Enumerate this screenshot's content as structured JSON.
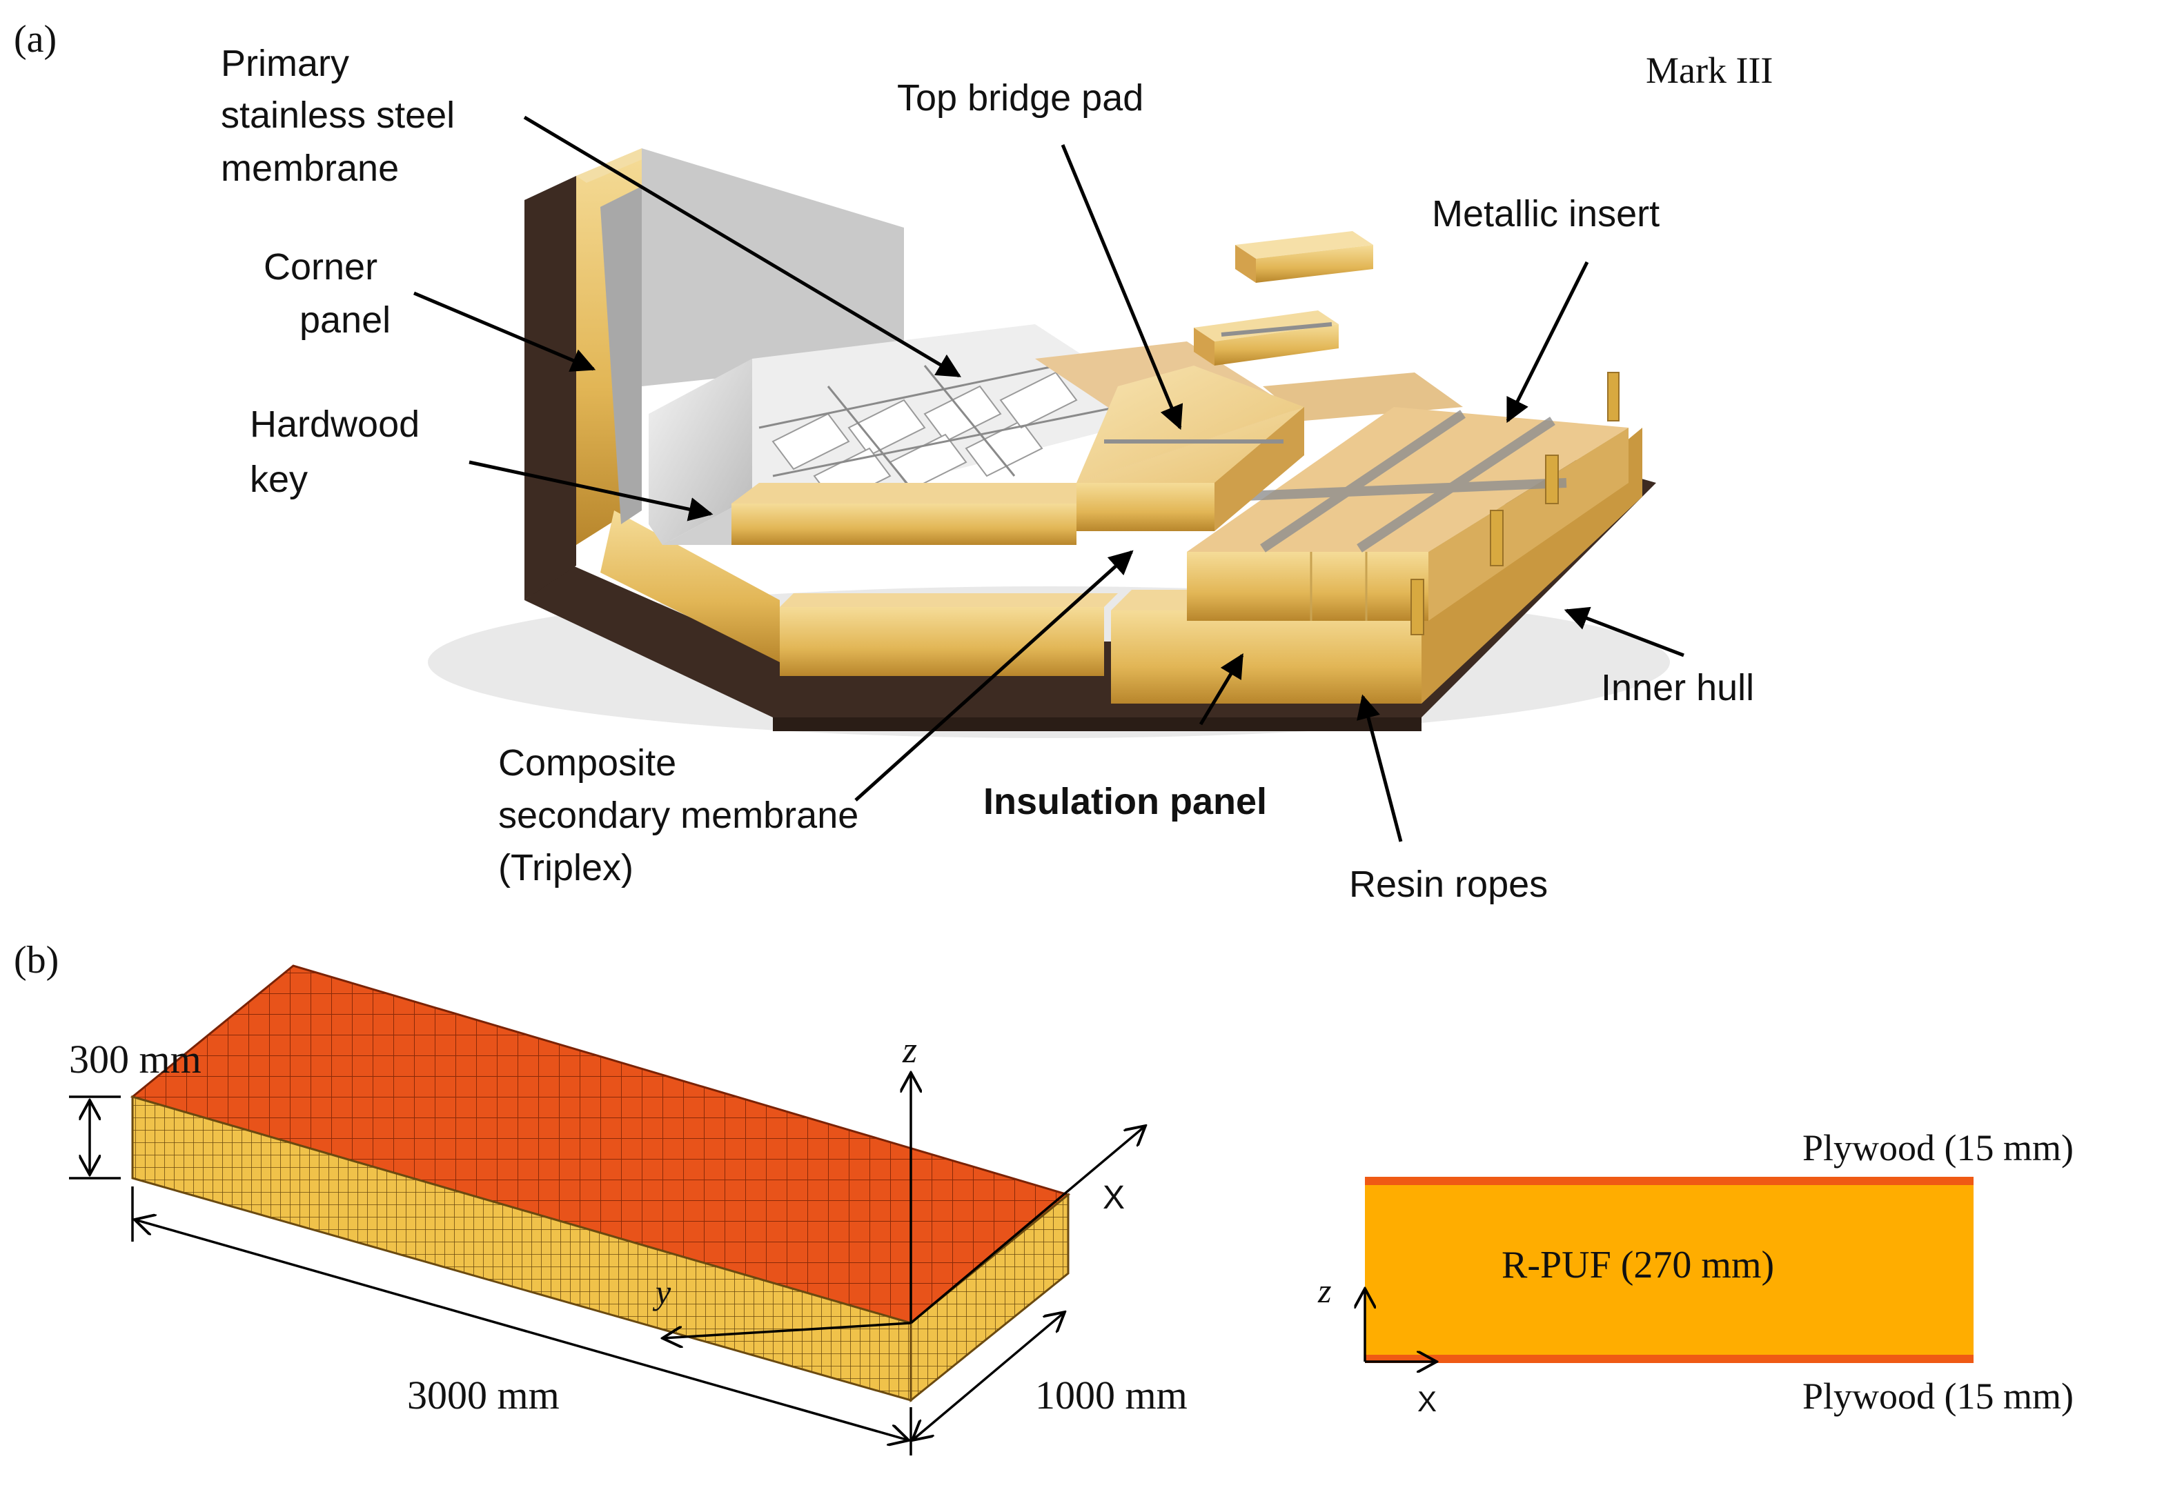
{
  "panel_a": {
    "tag": "(a)",
    "system_name": "Mark III",
    "labels": {
      "primary_membrane": [
        "Primary",
        "stainless steel",
        "membrane"
      ],
      "corner_panel": [
        "Corner",
        "panel"
      ],
      "hardwood_key": [
        "Hardwood",
        "key"
      ],
      "top_bridge_pad": "Top bridge pad",
      "metallic_insert": "Metallic insert",
      "inner_hull": "Inner hull",
      "composite_membrane": [
        "Composite",
        "secondary membrane",
        "(Triplex)"
      ],
      "insulation_panel": "Insulation panel",
      "resin_ropes": "Resin ropes"
    }
  },
  "panel_b": {
    "tag": "(b)",
    "dimensions": {
      "height": "300 mm",
      "length": "3000 mm",
      "width": "1000 mm"
    },
    "axes": {
      "z": "z",
      "x": "X",
      "y": "y"
    },
    "section": {
      "top_layer": "Plywood (15 mm)",
      "core": "R-PUF (270 mm)",
      "bottom_layer": "Plywood (15 mm)",
      "axis_z": "z",
      "axis_x": "X"
    },
    "colors": {
      "plywood": "#ef5a14",
      "rpuf": "#ffad00",
      "mesh_top": "#e04a12",
      "mesh_side": "#e6b53a"
    }
  }
}
